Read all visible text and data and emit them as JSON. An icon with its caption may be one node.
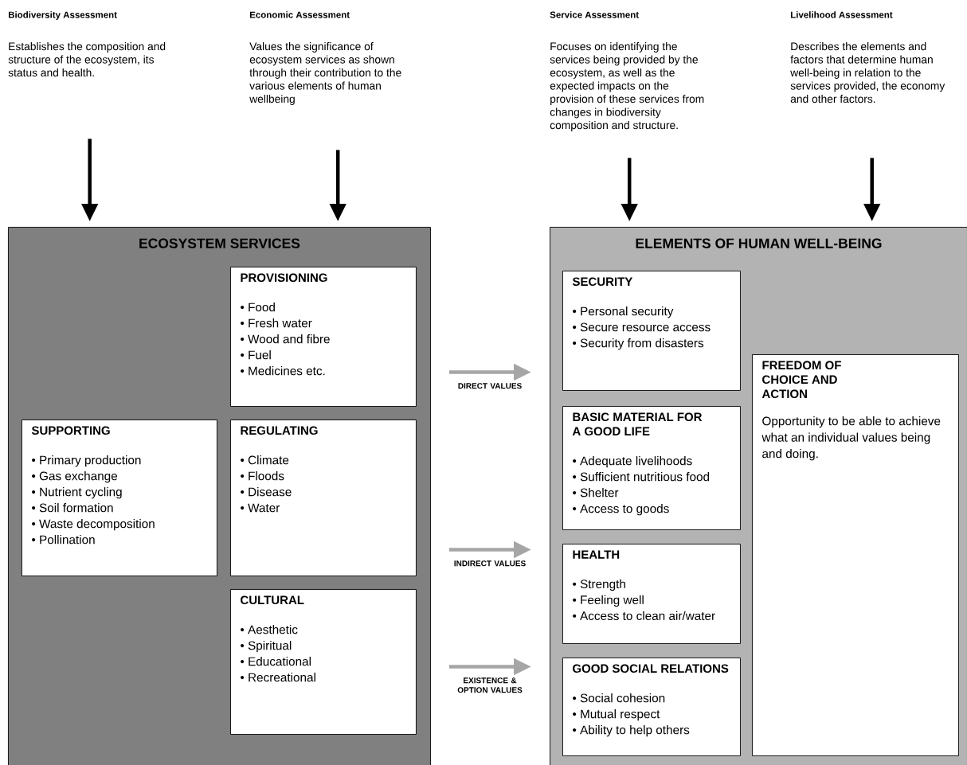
{
  "diagram": {
    "nodes": [
      {
        "text": [
          "Biodiversity Assessment",
          "Establishes the composition and structure of the ecosystem, its status and health."
        ]
      },
      {
        "text": [
          "Economic Assessment",
          "Values the significance of ecosystem services as shown through their contribution to the various elements of human wellbeing"
        ]
      },
      {
        "text": [
          "Service Assessment",
          "Focuses on identifying the services being provided by the ecosystem, as well as the expected impacts on the provision of these services from changes in biodiversity composition and structure."
        ]
      },
      {
        "text": [
          "Livelihood Assessment",
          "Describes the elements and factors that determine human well-being in relation to the services provided, the economy and other factors."
        ]
      },
      {
        "text": [
          "ECOSYSTEM SERVICES"
        ]
      },
      {
        "text": [
          "PROVISIONING",
          "• Food",
          "• Fresh water",
          "• Wood and fibre",
          "• Fuel",
          "• Medicines etc."
        ],
        "in": 4
      },
      {
        "text": [
          "SUPPORTING",
          "• Primary production",
          "• Gas exchange",
          "• Nutrient cycling",
          "• Soil formation",
          "• Waste decomposition",
          "• Pollination"
        ],
        "in": 4
      },
      {
        "text": [
          "REGULATING",
          "• Climate",
          "• Floods",
          "• Disease",
          "• Water"
        ],
        "in": 4
      },
      {
        "text": [
          "CULTURAL",
          "• Aesthetic",
          "• Spiritual",
          "• Educational",
          "• Recreational"
        ],
        "in": 4
      },
      {
        "text": [
          "ELEMENTS OF HUMAN WELL-BEING"
        ]
      },
      {
        "text": [
          "SECURITY",
          "• Personal security",
          "• Secure resource access",
          "• Security from disasters"
        ],
        "in": 9
      },
      {
        "text": [
          "BASIC MATERIAL FOR A GOOD LIFE",
          "• Adequate livelihoods",
          "• Sufficient nutritious food",
          "• Shelter",
          "• Access to goods"
        ],
        "in": 9
      },
      {
        "text": [
          "FREEDOM OF CHOICE AND ACTION",
          "Opportunity to be able to achieve what an individual values being and doing."
        ],
        "in": 9
      },
      {
        "text": [
          "HEALTH",
          "• Strength",
          "• Feeling well",
          "• Access to clean air/water"
        ],
        "in": 9
      },
      {
        "text": [
          "GOOD SOCIAL RELATIONS",
          "• Social cohesion",
          "• Mutual respect",
          "• Ability to help others"
        ],
        "in": 9
      }
    ],
    "edges": [
      {
        "from": 0,
        "to": 4,
        "arrow": "to"
      },
      {
        "from": 1,
        "to": 4,
        "arrow": "to"
      },
      {
        "from": 2,
        "to": 9,
        "arrow": "to"
      },
      {
        "from": 3,
        "to": 9,
        "arrow": "to"
      },
      {
        "from": 4,
        "to": 9,
        "arrow": "to",
        "color": "#a6a6a6",
        "label": "DIRECT VALUES"
      },
      {
        "from": 4,
        "to": 9,
        "arrow": "to",
        "color": "#a6a6a6",
        "label": "INDIRECT VALUES"
      },
      {
        "from": 4,
        "to": 9,
        "arrow": "to",
        "color": "#a6a6a6",
        "label": "EXISTENCE & OPTION VALUES"
      }
    ]
  }
}
